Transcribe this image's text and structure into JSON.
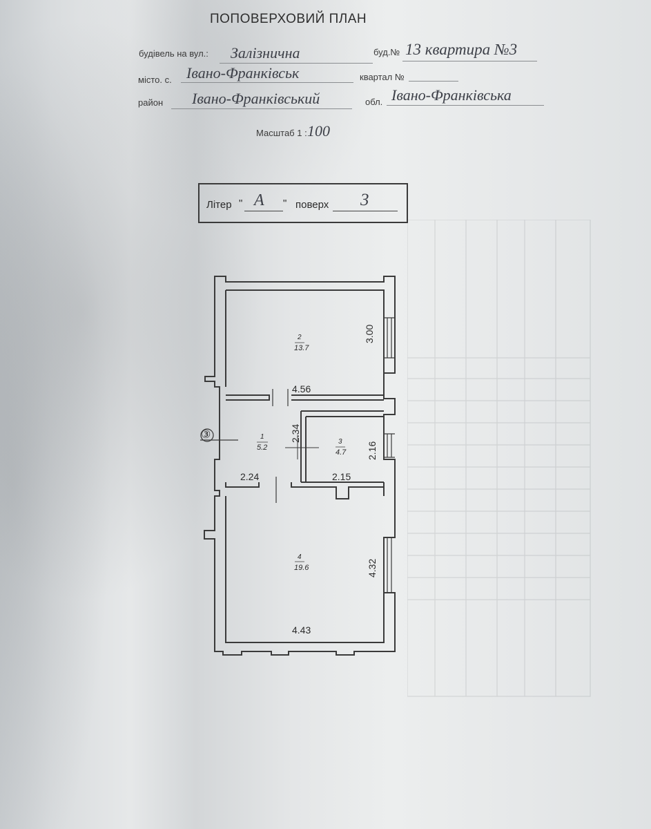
{
  "header": {
    "title": "ПОПОВЕРХОВИЙ ПЛАН",
    "street_label": "будівель на вул.:",
    "street_value": "Залізнична",
    "building_label": "буд.№",
    "building_value": "13 квартира №3",
    "city_label": "місто. с.",
    "city_value": "Івано-Франківськ",
    "block_label": "квартал №",
    "district_label": "район",
    "district_value": "Івано-Франківський",
    "region_label": "обл.",
    "region_value": "Івано-Франківська",
    "scale_label": "Масштаб 1 :",
    "scale_value": "100"
  },
  "floor_box": {
    "liter_label": "Літер",
    "liter_value": "А",
    "floor_label": "поверх",
    "floor_value": "3"
  },
  "plan": {
    "entrance_marker": "③",
    "rooms": [
      {
        "number": "1",
        "area": "5.2"
      },
      {
        "number": "2",
        "area": "13.7"
      },
      {
        "number": "3",
        "area": "4.7"
      },
      {
        "number": "4",
        "area": "19.6"
      }
    ],
    "dimensions": {
      "room2_width": "4.56",
      "room2_height": "3.00",
      "room1_height": "2.34",
      "room3_height": "2.16",
      "room1_width": "2.24",
      "room3_width": "2.15",
      "room4_height": "4.32",
      "room4_width": "4.43"
    }
  }
}
